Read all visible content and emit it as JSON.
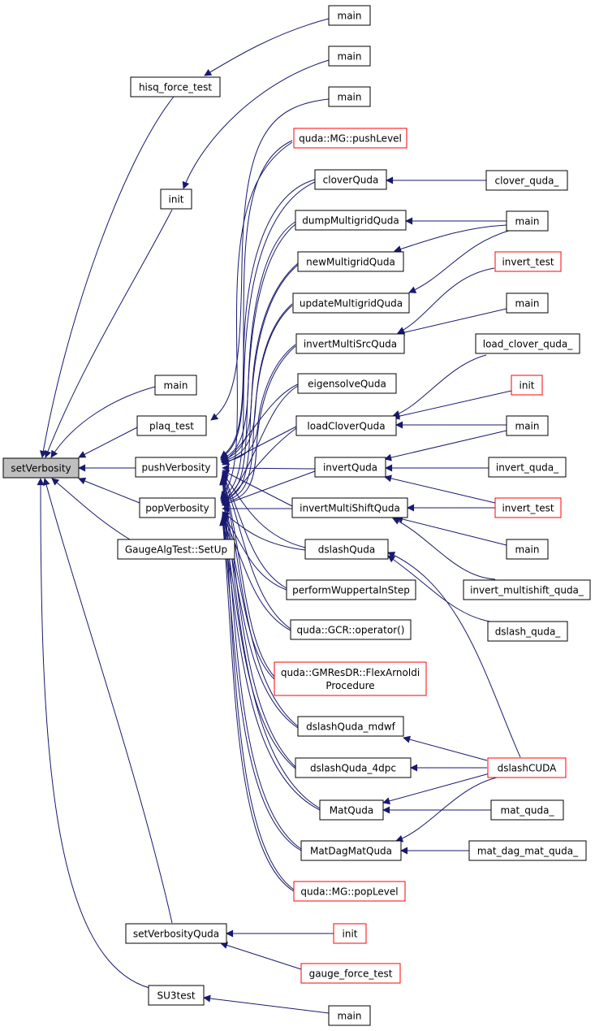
{
  "colors": {
    "edge": "#191970",
    "node_border": "#000000",
    "incomplete_border": "#ff0000",
    "root_fill": "#bfbfbf"
  },
  "nodes": {
    "setVerbosity": "setVerbosity",
    "hisq_force_test": "hisq_force_test",
    "init_a": "init",
    "main_a": "main",
    "plaq_test": "plaq_test",
    "pushVerbosity": "pushVerbosity",
    "popVerbosity": "popVerbosity",
    "GaugeAlgTest_SetUp": "GaugeAlgTest::SetUp",
    "setVerbosityQuda": "setVerbosityQuda",
    "SU3test": "SU3test",
    "main_1": "main",
    "main_2": "main",
    "main_3": "main",
    "MG_pushLevel": "quda::MG::pushLevel",
    "cloverQuda": "cloverQuda",
    "dumpMultigridQuda": "dumpMultigridQuda",
    "newMultigridQuda": "newMultigridQuda",
    "updateMultigridQuda": "updateMultigridQuda",
    "invertMultiSrcQuda": "invertMultiSrcQuda",
    "eigensolveQuda": "eigensolveQuda",
    "loadCloverQuda": "loadCloverQuda",
    "invertQuda": "invertQuda",
    "invertMultiShiftQuda": "invertMultiShiftQuda",
    "dslashQuda": "dslashQuda",
    "performWuppertalnStep": "performWuppertalnStep",
    "GCR_operator": "quda::GCR::operator()",
    "GMResDR_1": "quda::GMResDR::FlexArnoldi",
    "GMResDR_2": "Procedure",
    "dslashQuda_mdwf": "dslashQuda_mdwf",
    "dslashQuda_4dpc": "dslashQuda_4dpc",
    "MatQuda": "MatQuda",
    "MatDagMatQuda": "MatDagMatQuda",
    "MG_popLevel": "quda::MG::popLevel",
    "init_b": "init",
    "gauge_force_test": "gauge_force_test",
    "main_b": "main",
    "clover_quda_": "clover_quda_",
    "main_4": "main",
    "invert_test_1": "invert_test",
    "main_5": "main",
    "load_clover_quda_": "load_clover_quda_",
    "init_c": "init",
    "main_6": "main",
    "invert_quda_": "invert_quda_",
    "invert_test_2": "invert_test",
    "main_7": "main",
    "invert_multishift_quda_": "invert_multishift_quda_",
    "dslash_quda_": "dslash_quda_",
    "dslashCUDA": "dslashCUDA",
    "mat_quda_": "mat_quda_",
    "mat_dag_mat_quda_": "mat_dag_mat_quda_"
  }
}
